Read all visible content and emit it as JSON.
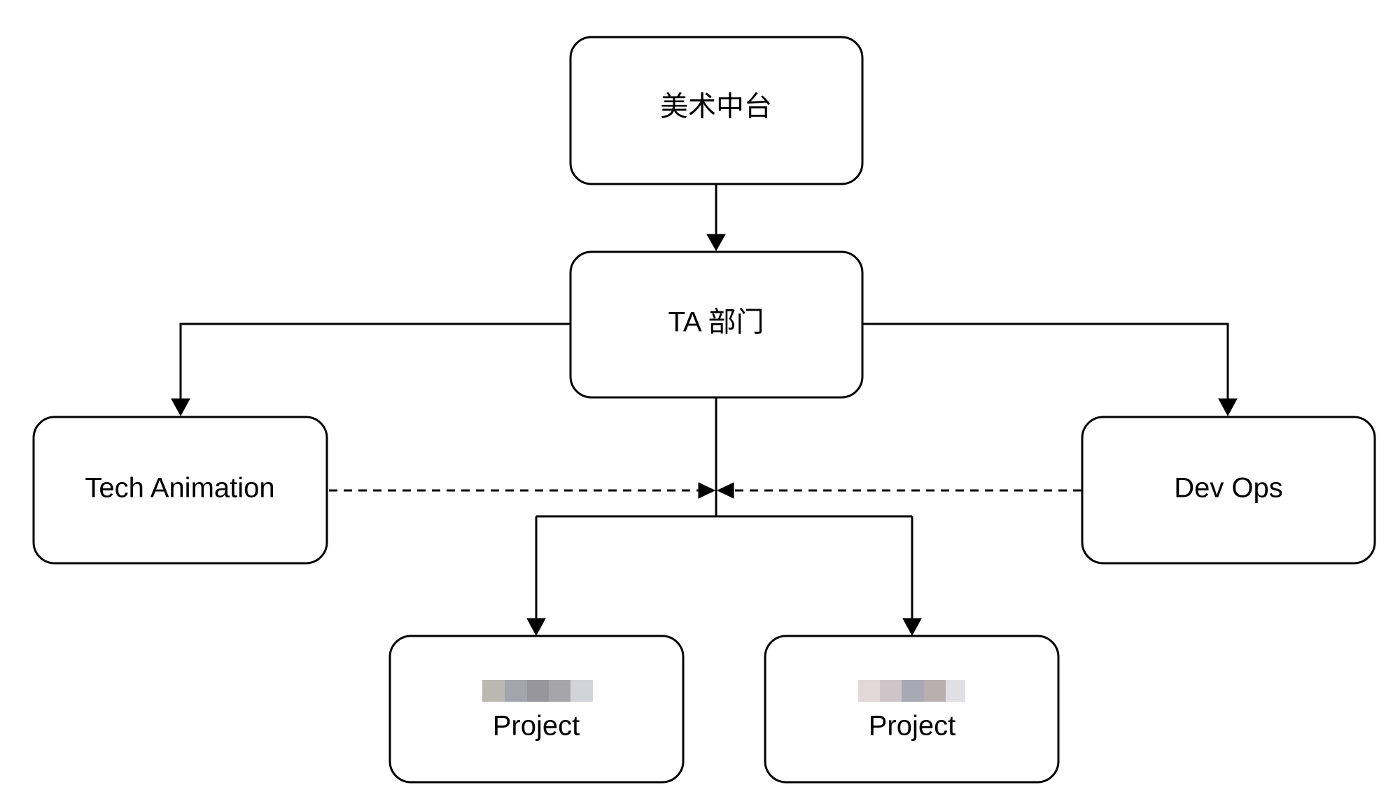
{
  "diagram": {
    "nodes": {
      "art_center": {
        "label": "美术中台"
      },
      "ta_dept": {
        "label": "TA 部门"
      },
      "tech_animation": {
        "label": "Tech Animation"
      },
      "dev_ops": {
        "label": "Dev Ops"
      },
      "project_1": {
        "label": "Project",
        "redacted_name_colors": [
          "#b9b9b1",
          "#a4a4ad",
          "#96969c",
          "#a6a6a8",
          "#d3d3da"
        ]
      },
      "project_2": {
        "label": "Project",
        "redacted_name_colors": [
          "#e2d8da",
          "#cfc5c9",
          "#a9a9b6",
          "#b9afaf",
          "#e0e0e4"
        ]
      }
    },
    "edges": [
      {
        "from": "art_center",
        "to": "ta_dept",
        "style": "solid"
      },
      {
        "from": "ta_dept",
        "to": "tech_animation",
        "style": "solid"
      },
      {
        "from": "ta_dept",
        "to": "dev_ops",
        "style": "solid"
      },
      {
        "from": "ta_dept",
        "to": "project_1",
        "style": "solid"
      },
      {
        "from": "ta_dept",
        "to": "project_2",
        "style": "solid"
      },
      {
        "from": "tech_animation",
        "to": "ta_dept-project-trunk",
        "style": "dashed"
      },
      {
        "from": "dev_ops",
        "to": "ta_dept-project-trunk",
        "style": "dashed"
      }
    ]
  }
}
